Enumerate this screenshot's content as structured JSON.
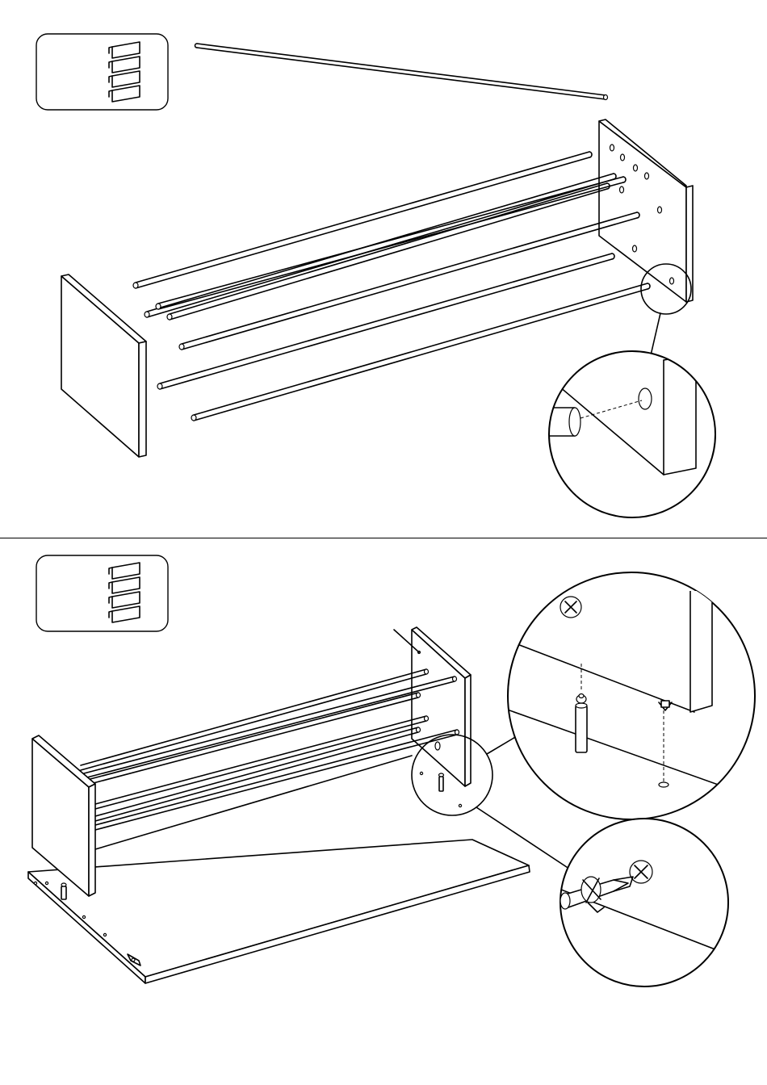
{
  "document": {
    "type": "assembly-instructions",
    "steps": [
      {
        "id": "step-1",
        "icon": "team-of-people-icon",
        "detail_icon": "tube-into-hole-detail"
      },
      {
        "id": "step-2",
        "icon": "team-of-people-icon",
        "detail_icons": [
          "cam-dowel-detail",
          "screwdriver-cam-lock-detail"
        ]
      }
    ],
    "text": ""
  }
}
